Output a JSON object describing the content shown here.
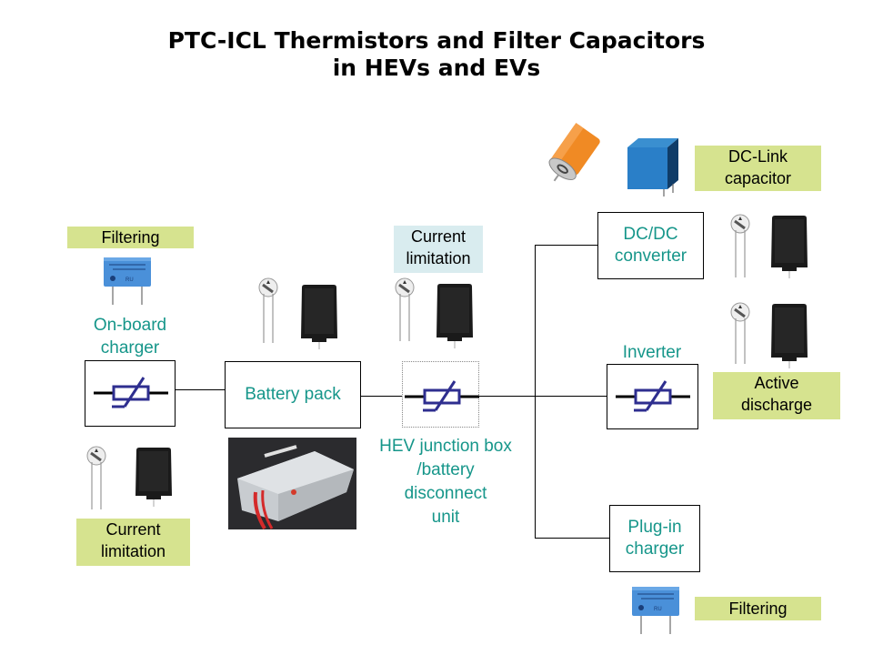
{
  "title": {
    "line1": "PTC-ICL Thermistors and Filter Capacitors",
    "line2": "in HEVs and EVs"
  },
  "function_labels": {
    "filtering_left": "Filtering",
    "current_limitation_left_1": "Current",
    "current_limitation_left_2": "limitation",
    "current_limitation_center_1": "Current",
    "current_limitation_center_2": "limitation",
    "dc_link_1": "DC-Link",
    "dc_link_2": "capacitor",
    "active_discharge_1": "Active",
    "active_discharge_2": "discharge",
    "filtering_right": "Filtering"
  },
  "components": {
    "onboard_charger_1": "On-board",
    "onboard_charger_2": "charger",
    "battery_pack": "Battery pack",
    "junction_box_1": "HEV junction box",
    "junction_box_2": "/battery",
    "junction_box_3": "disconnect",
    "junction_box_4": "unit",
    "dcdc_1": "DC/DC",
    "dcdc_2": "converter",
    "inverter": "Inverter",
    "plugin_1": "Plug-in",
    "plugin_2": "charger"
  },
  "icons": {
    "thermistor_symbol": "ptc-thermistor-symbol",
    "disc_thermistor": "disc-thermistor-photo",
    "block_thermistor": "block-thermistor-photo",
    "film_capacitor": "film-capacitor-photo",
    "electrolytic_capacitor": "electrolytic-capacitor-photo",
    "battery_photo": "battery-pack-photo"
  },
  "colors": {
    "accent_text": "#16968a",
    "label_green": "#d6e38f",
    "label_blue": "#d9ecef",
    "symbol_blue": "#2e2e8f"
  }
}
